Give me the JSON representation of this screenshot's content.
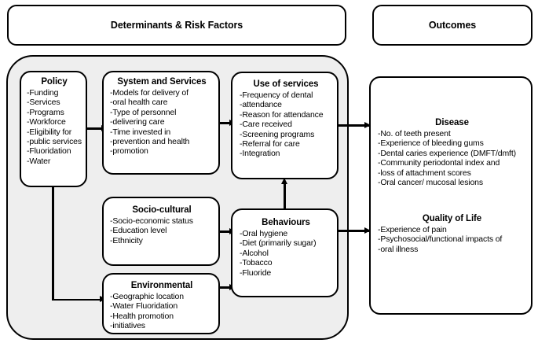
{
  "banners": {
    "determinants": "Determinants & Risk Factors",
    "outcomes": "Outcomes"
  },
  "colors": {
    "group_background": "#eeeeee",
    "node_background": "#ffffff",
    "stroke": "#000000",
    "text": "#000000"
  },
  "determinants": {
    "policy": {
      "title": "Policy",
      "items": [
        "Funding",
        "Services",
        "Programs",
        "Workforce",
        "Eligibility for",
        "public services",
        "Fluoridation",
        "Water"
      ]
    },
    "system_and_services": {
      "title": "System and Services",
      "items": [
        "Models for delivery of",
        "oral health care",
        "Type of personnel",
        "delivering care",
        "Time invested in",
        "prevention and health",
        "promotion"
      ]
    },
    "use_of_services": {
      "title": "Use of services",
      "items": [
        "Frequency of dental",
        "attendance",
        "Reason for attendance",
        "Care received",
        "Screening programs",
        "Referral for care",
        "Integration"
      ]
    },
    "socio_cultural": {
      "title": "Socio-cultural",
      "items": [
        "Socio-economic status",
        "Education level",
        "Ethnicity"
      ]
    },
    "environmental": {
      "title": "Environmental",
      "items": [
        "Geographic location",
        "Water Fluoridation",
        "Health promotion",
        "initiatives"
      ]
    },
    "behaviours": {
      "title": "Behaviours",
      "items": [
        "Oral hygiene",
        "Diet (primarily sugar)",
        "Alcohol",
        "Tobacco",
        "Fluoride"
      ]
    }
  },
  "outcomes": {
    "disease": {
      "title": "Disease",
      "items": [
        "No. of teeth present",
        "Experience of bleeding gums",
        "Dental caries experience (DMFT/dmft)",
        "Community periodontal index and",
        "loss of attachment scores",
        "Oral cancer/ mucosal lesions"
      ]
    },
    "quality_of_life": {
      "title": "Quality of Life",
      "items": [
        "Experience of pain",
        "Psychosocial/functional impacts of",
        "oral illness"
      ]
    }
  },
  "connections": [
    {
      "from": "policy",
      "to": "system_and_services",
      "style": "straight-right"
    },
    {
      "from": "policy",
      "to": "environmental",
      "style": "elbow-down-right"
    },
    {
      "from": "system_and_services",
      "to": "use_of_services",
      "style": "straight-right"
    },
    {
      "from": "socio_cultural",
      "to": "behaviours",
      "style": "straight-right"
    },
    {
      "from": "environmental",
      "to": "behaviours",
      "style": "straight-right"
    },
    {
      "from": "behaviours",
      "to": "use_of_services",
      "style": "straight-up"
    },
    {
      "from": "use_of_services",
      "to": "outcomes",
      "style": "straight-right"
    },
    {
      "from": "behaviours",
      "to": "outcomes",
      "style": "straight-right"
    }
  ]
}
